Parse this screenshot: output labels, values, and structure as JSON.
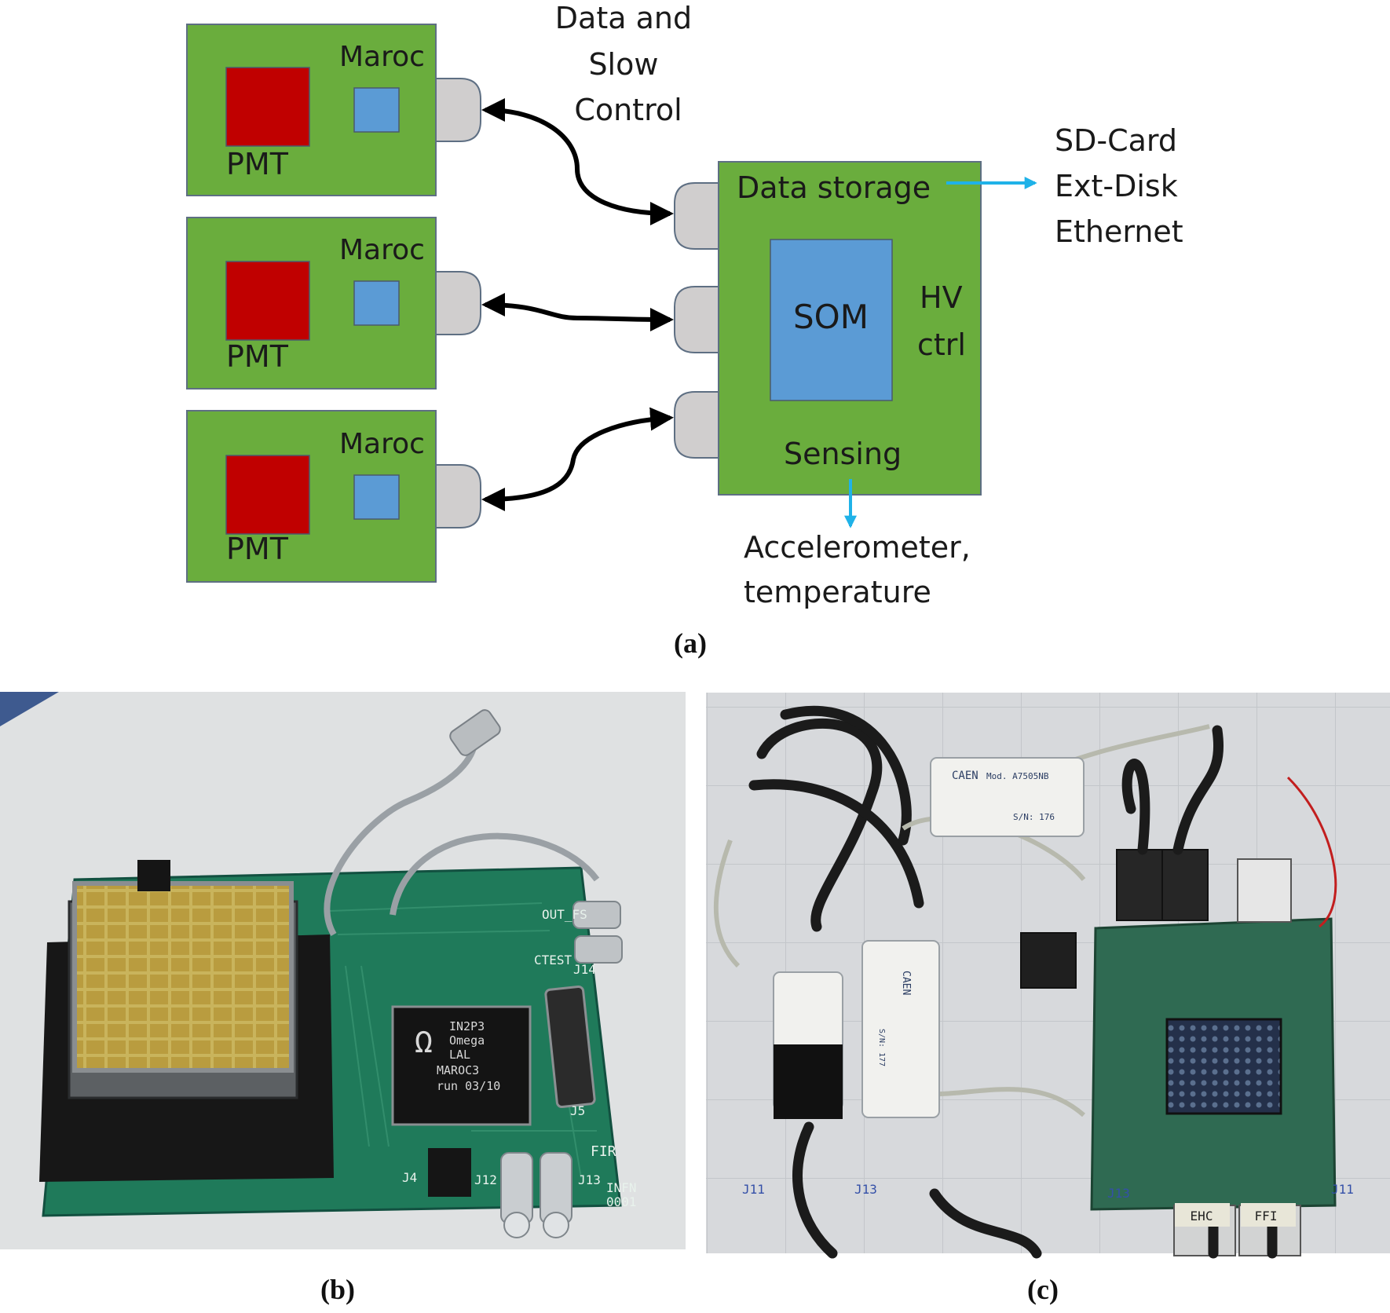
{
  "diagram": {
    "fe_boards": [
      {
        "chip_label": "Maroc",
        "sensor_label": "PMT"
      },
      {
        "chip_label": "Maroc",
        "sensor_label": "PMT"
      },
      {
        "chip_label": "Maroc",
        "sensor_label": "PMT"
      }
    ],
    "link_label_lines": [
      "Data and",
      "Slow",
      "Control"
    ],
    "main_board": {
      "storage_label": "Data storage",
      "som_label": "SOM",
      "hv_lines": [
        "HV",
        "ctrl"
      ],
      "sensing_label": "Sensing"
    },
    "storage_outputs": [
      "SD-Card",
      "Ext-Disk",
      "Ethernet"
    ],
    "sensing_outputs": [
      "Accelerometer,",
      "temperature"
    ],
    "colors": {
      "board_green": "#6aad3d",
      "pmt_red": "#c00000",
      "chip_blue": "#5b9bd5",
      "connector_gray": "#d0cece",
      "arrow_blue": "#1fb2e8"
    }
  },
  "panels": {
    "a": "(a)",
    "b": "(b)",
    "c": "(c)"
  },
  "photo_b": {
    "chip_lines": [
      "IN2P3",
      "Omega",
      "LAL",
      "MAROC3",
      "run 03/10"
    ],
    "silkscreen": [
      "OUT_FS",
      "CTEST",
      "J14",
      "J5",
      "J4",
      "J12",
      "J13",
      "FIR",
      "INFN",
      "0001"
    ]
  },
  "photo_c": {
    "module_brand": "CAEN",
    "module_model": "Mod. A7505NB",
    "module_serials": [
      "S/N: 176",
      "S/N: 177"
    ],
    "marker_labels": [
      "J11",
      "J13",
      "J13",
      "J11",
      "FFI",
      "EHC"
    ]
  }
}
